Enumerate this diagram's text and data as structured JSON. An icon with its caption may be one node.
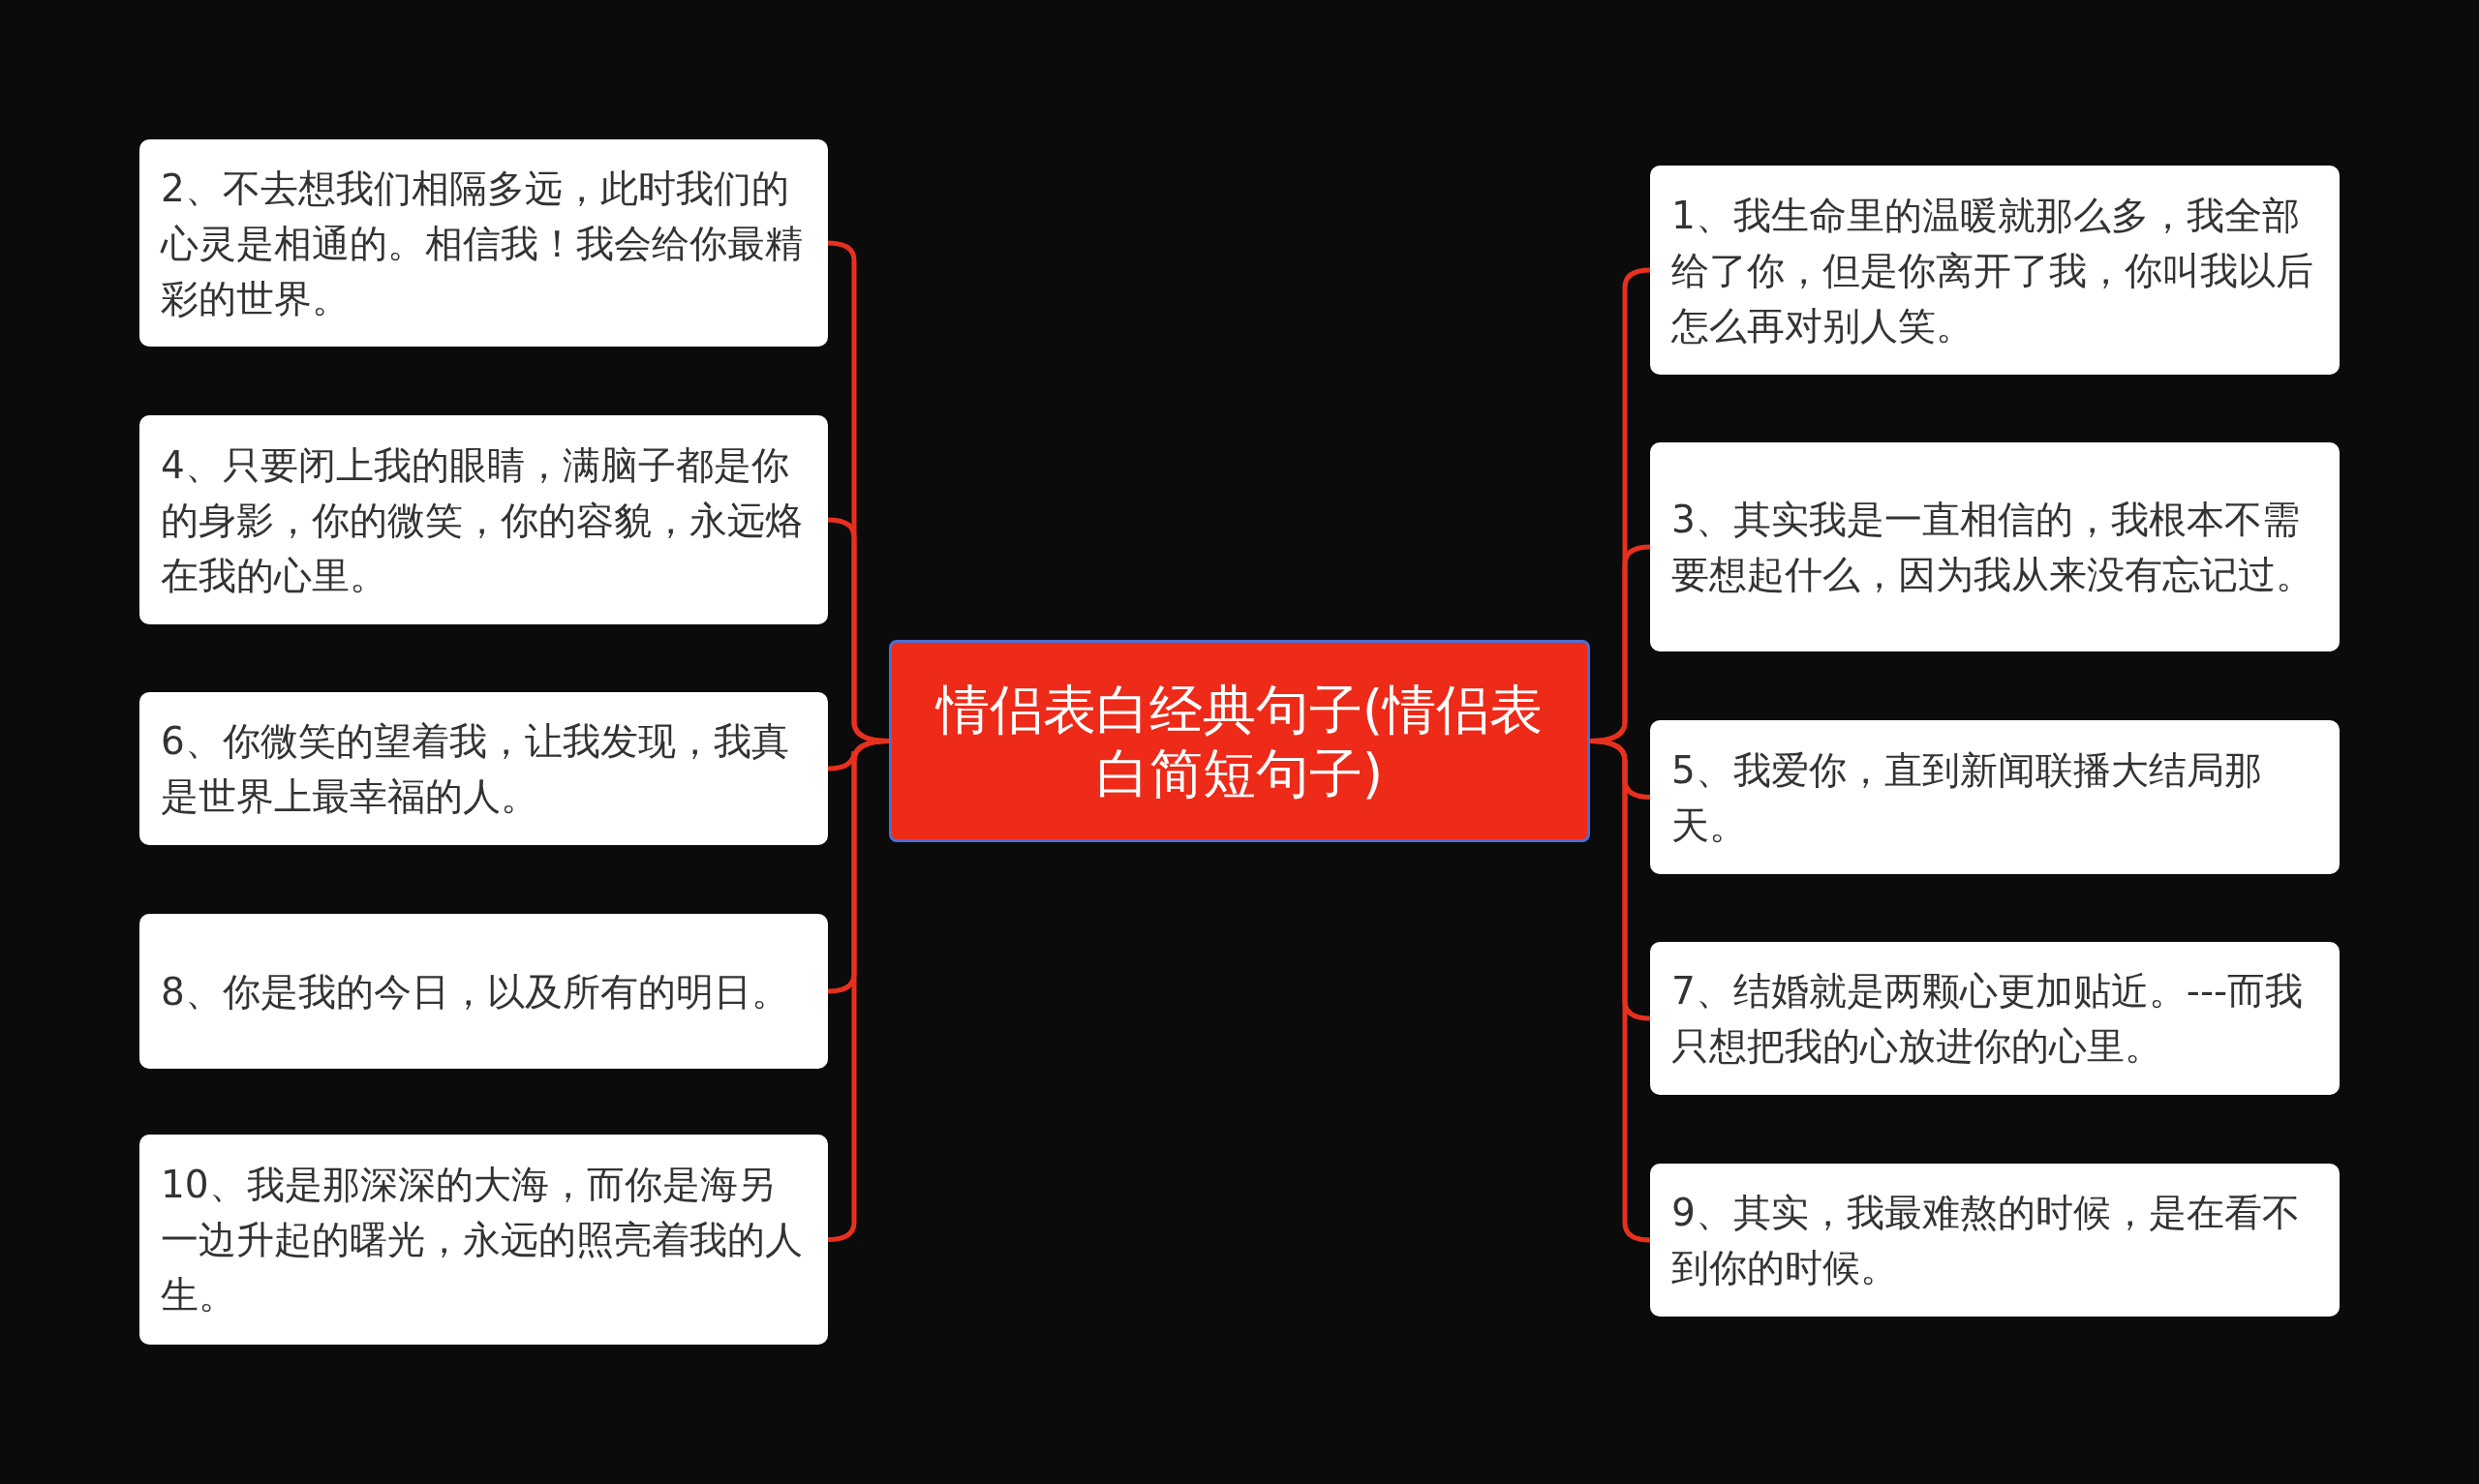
{
  "diagram": {
    "nodes": [
      {
        "text": [
          "情侣表白经典句子(情侣表白简短句子)"
        ]
      },
      {
        "text": [
          "2、不去想我们相隔多远，此时我们的心灵是相通的。相信我！我会给你最精彩的世界。"
        ]
      },
      {
        "text": [
          "4、只要闭上我的眼睛，满脑子都是你的身影，你的微笑，你的容貌，永远烙在我的心里。"
        ]
      },
      {
        "text": [
          "6、你微笑的望着我，让我发现，我真是世界上最幸福的人。"
        ]
      },
      {
        "text": [
          "8、你是我的今日，以及所有的明日。"
        ]
      },
      {
        "text": [
          "10、我是那深深的大海，而你是海另一边升起的曙光，永远的照亮着我的人生。"
        ]
      },
      {
        "text": [
          "1、我生命里的温暖就那么多，我全部给了你，但是你离开了我，你叫我以后怎么再对别人笑。"
        ]
      },
      {
        "text": [
          "3、其实我是一直相信的，我根本不需要想起什么，因为我从来没有忘记过。"
        ]
      },
      {
        "text": [
          "5、我爱你，直到新闻联播大结局那天。"
        ]
      },
      {
        "text": [
          "7、结婚就是两颗心更加贴近。---而我只想把我的心放进你的心里。"
        ]
      },
      {
        "text": [
          "9、其实，我最难熬的时候，是在看不到你的时候。"
        ]
      }
    ],
    "edges": [
      {
        "from": 0,
        "to": 1,
        "arrow": "none"
      },
      {
        "from": 0,
        "to": 2,
        "arrow": "none"
      },
      {
        "from": 0,
        "to": 3,
        "arrow": "none"
      },
      {
        "from": 0,
        "to": 4,
        "arrow": "none"
      },
      {
        "from": 0,
        "to": 5,
        "arrow": "none"
      },
      {
        "from": 0,
        "to": 6,
        "arrow": "none"
      },
      {
        "from": 0,
        "to": 7,
        "arrow": "none"
      },
      {
        "from": 0,
        "to": 8,
        "arrow": "none"
      },
      {
        "from": 0,
        "to": 9,
        "arrow": "none"
      },
      {
        "from": 0,
        "to": 10,
        "arrow": "none"
      }
    ]
  }
}
